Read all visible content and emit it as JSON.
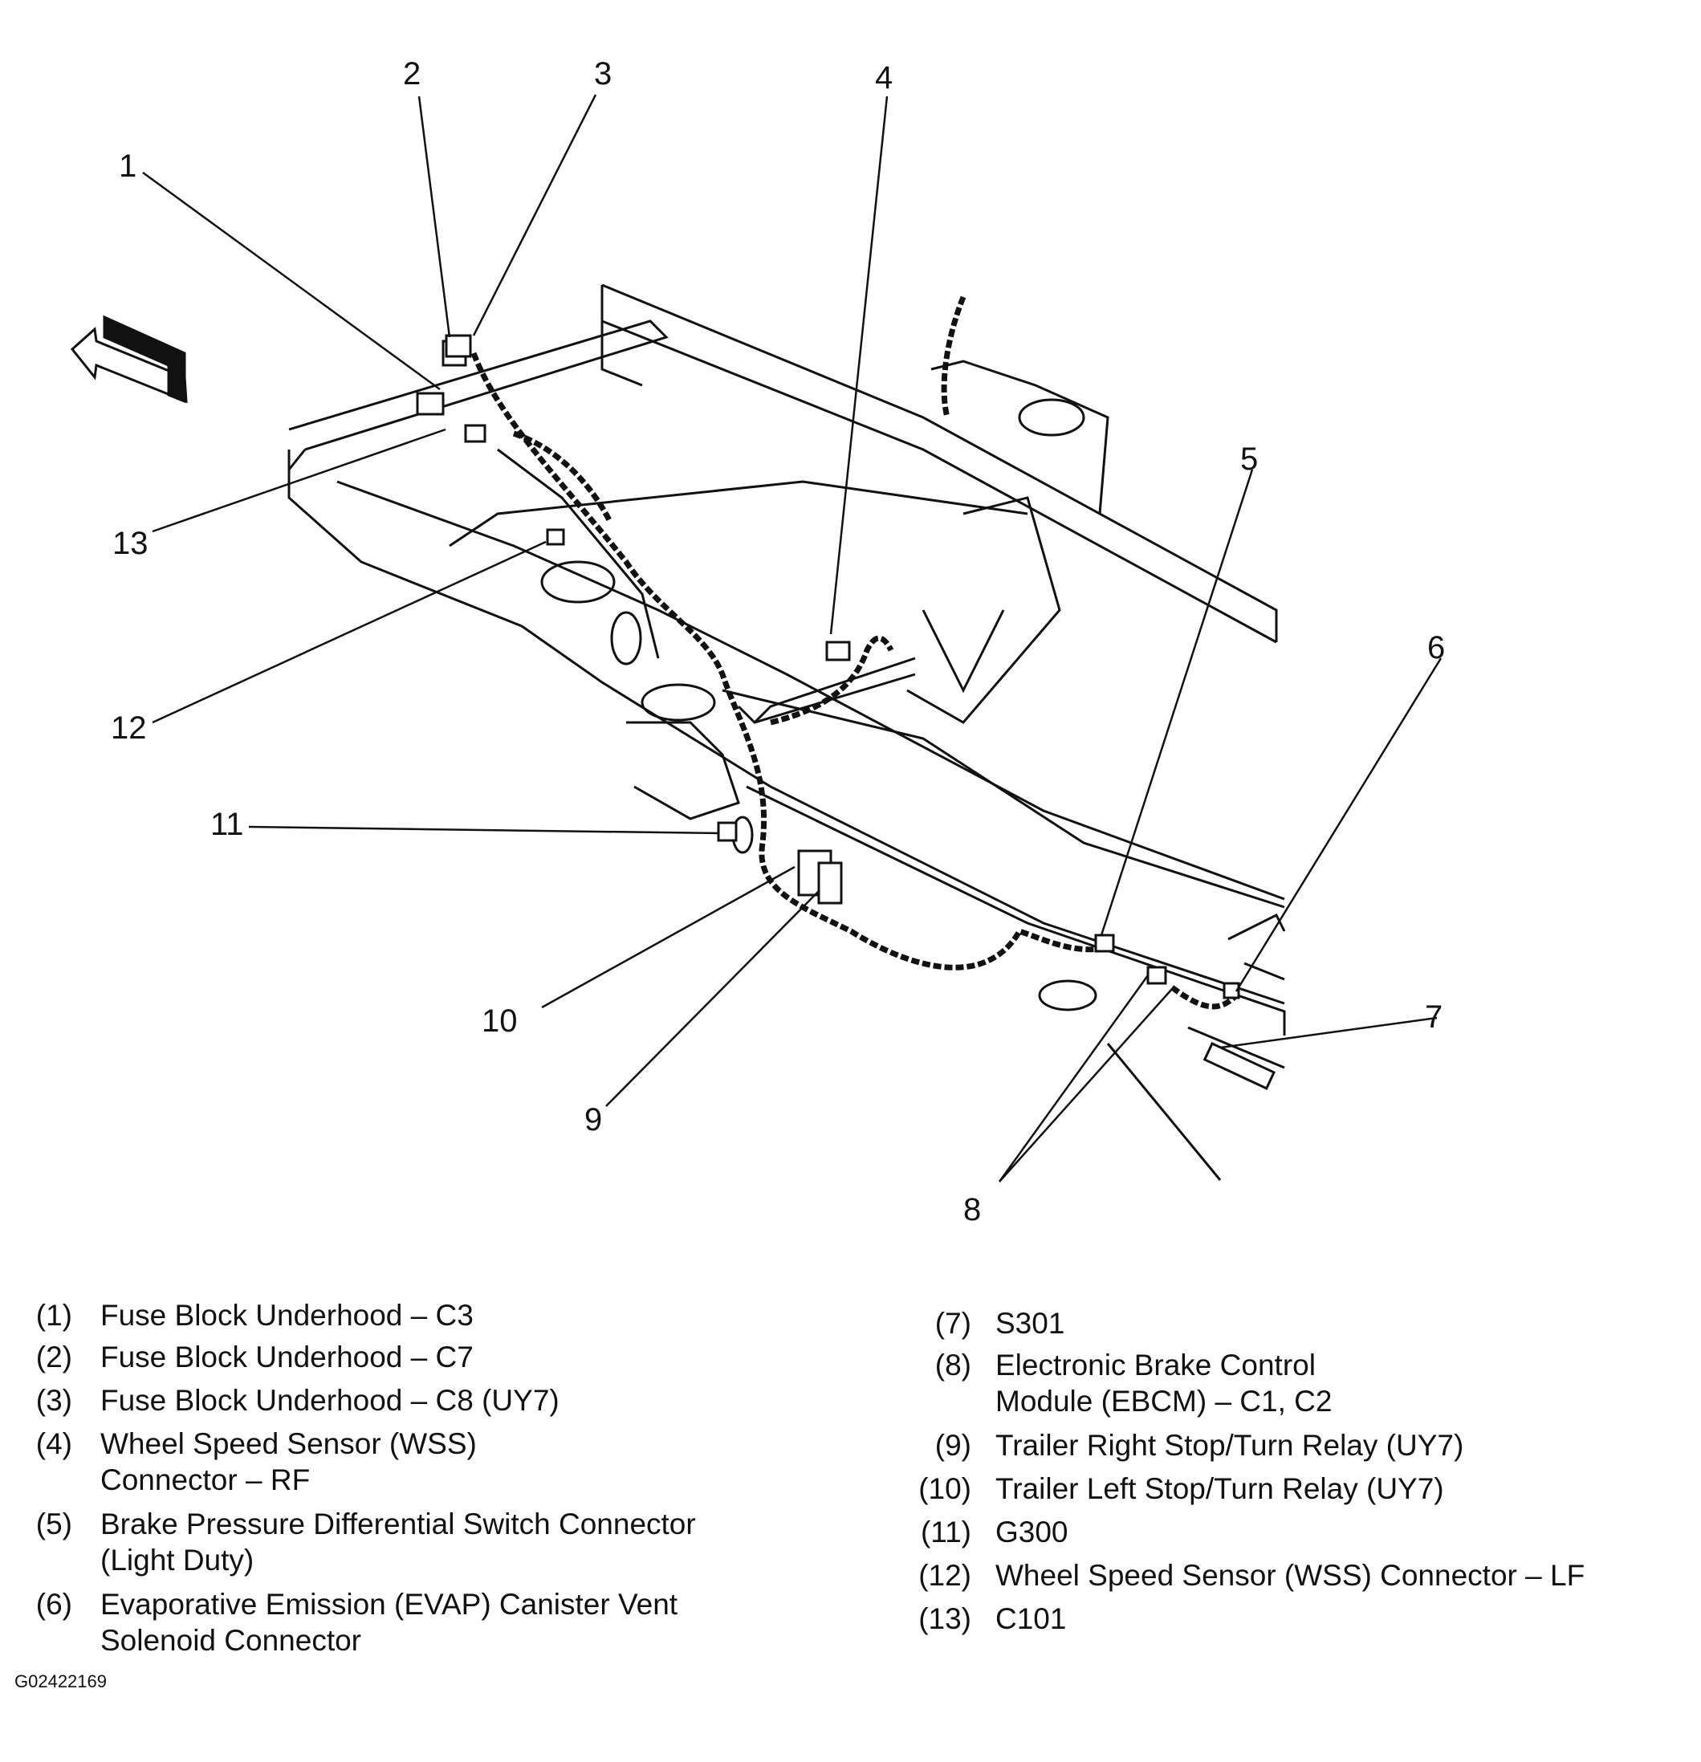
{
  "callouts": [
    "1",
    "2",
    "3",
    "4",
    "5",
    "6",
    "7",
    "8",
    "9",
    "10",
    "11",
    "12",
    "13"
  ],
  "legend_left": [
    {
      "num": "(1)",
      "lines": [
        "Fuse Block Underhood – C3"
      ]
    },
    {
      "num": "(2)",
      "lines": [
        "Fuse Block Underhood – C7"
      ]
    },
    {
      "num": "(3)",
      "lines": [
        "Fuse Block Underhood – C8 (UY7)"
      ]
    },
    {
      "num": "(4)",
      "lines": [
        "Wheel Speed Sensor (WSS)",
        "Connector – RF"
      ]
    },
    {
      "num": "(5)",
      "lines": [
        "Brake Pressure Differential Switch Connector",
        "(Light Duty)"
      ]
    },
    {
      "num": "(6)",
      "lines": [
        "Evaporative Emission (EVAP) Canister Vent",
        "Solenoid Connector"
      ]
    }
  ],
  "legend_right": [
    {
      "num": "(7)",
      "lines": [
        "S301"
      ]
    },
    {
      "num": "(8)",
      "lines": [
        "Electronic Brake Control",
        "Module (EBCM) – C1, C2"
      ]
    },
    {
      "num": "(9)",
      "lines": [
        "Trailer Right Stop/Turn Relay (UY7)"
      ]
    },
    {
      "num": "(10)",
      "lines": [
        "Trailer Left Stop/Turn Relay (UY7)"
      ]
    },
    {
      "num": "(11)",
      "lines": [
        "G300"
      ]
    },
    {
      "num": "(12)",
      "lines": [
        "Wheel Speed Sensor (WSS) Connector – LF"
      ]
    },
    {
      "num": "(13)",
      "lines": [
        "C101"
      ]
    }
  ],
  "figure_code": "G02422169"
}
